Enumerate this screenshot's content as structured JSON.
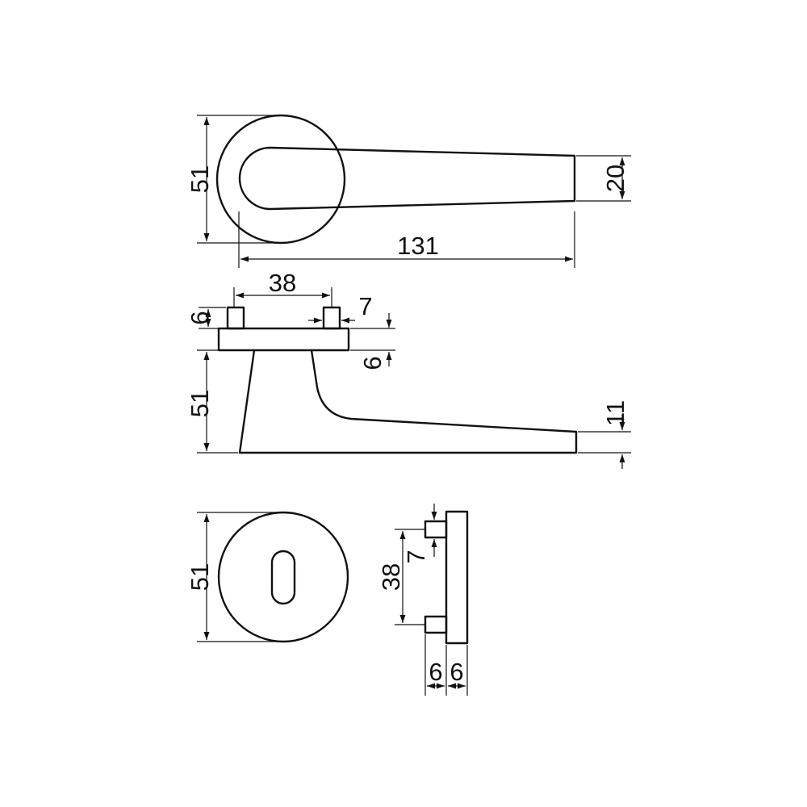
{
  "colors": {
    "line": "#111111",
    "background": "#ffffff"
  },
  "top_view": {
    "rose_diameter": "51",
    "lever_length": "131",
    "lever_end_height": "20"
  },
  "side_view": {
    "spindle_spacing": "38",
    "spindle_width": "7",
    "spindle_height": "6",
    "plate_thickness": "6",
    "lever_height": "51",
    "lever_end_thickness": "11"
  },
  "escutcheon_front": {
    "diameter": "51"
  },
  "escutcheon_side": {
    "pin_spacing": "38",
    "pin_width": "7",
    "pin_projection": "6",
    "plate_thickness": "6"
  }
}
